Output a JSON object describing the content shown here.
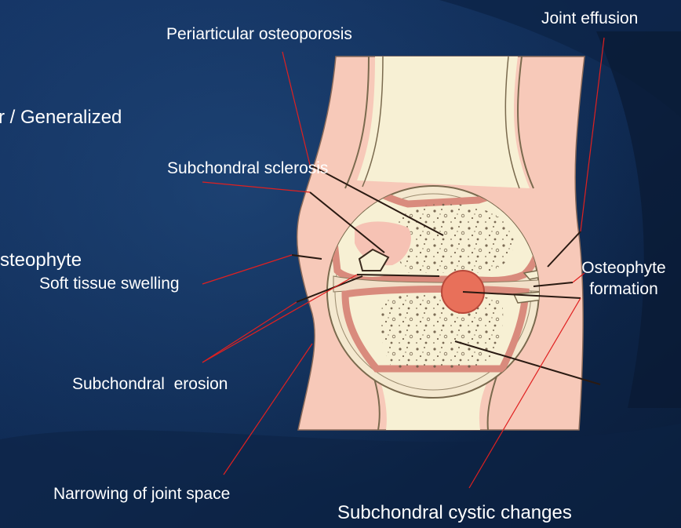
{
  "labels": {
    "periarticular_osteoporosis": "Periarticular osteoporosis",
    "joint_effusion": "Joint effusion",
    "generalized_fragment": "r / Generalized",
    "subchondral_sclerosis": "Subchondral sclerosis",
    "osteophyte_fragment": "steophyte",
    "soft_tissue_swelling": "Soft tissue swelling",
    "osteophyte_formation_line1": "Osteophyte",
    "osteophyte_formation_line2": "formation",
    "subchondral_erosion": "Subchondral  erosion",
    "narrowing_joint_space": "Narrowing of joint space",
    "subchondral_cystic_changes": "Subchondral cystic changes"
  },
  "colors": {
    "background_dark": "#0b1f3d",
    "background_mid": "#17396b",
    "soft_tissue": "#f7c9b9",
    "bone": "#f7f0d4",
    "cortex": "#d98b7d",
    "cartilage": "#f2dfc8",
    "cyst": "#e8705a",
    "leader_line": "#e02020",
    "pointer_line": "#2a1a12"
  }
}
